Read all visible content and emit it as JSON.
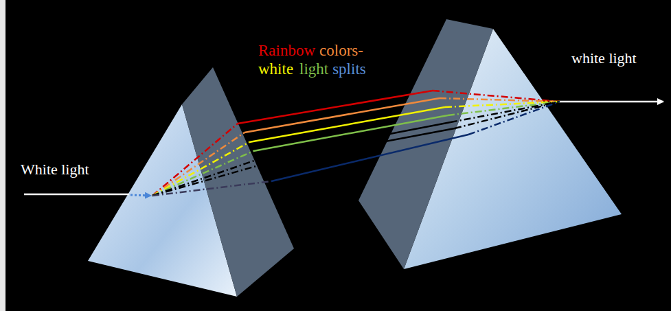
{
  "diagram": {
    "labels": [
      "Rainbow",
      "colors-",
      "white",
      "light",
      "splits",
      "White light",
      "white light"
    ]
  }
}
